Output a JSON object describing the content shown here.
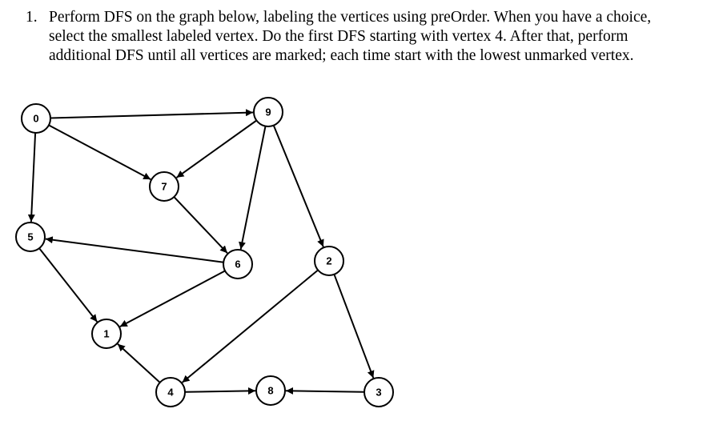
{
  "question": {
    "number": "1.",
    "lines": [
      "Perform DFS on the graph below, labeling the vertices using preOrder.  When you have a choice,",
      "select the smallest labeled vertex.   Do the first DFS starting with vertex 4.  After that, perform",
      "additional DFS until all vertices are marked; each time start with the lowest unmarked vertex."
    ]
  },
  "graph": {
    "vertices": [
      "0",
      "9",
      "7",
      "5",
      "6",
      "2",
      "1",
      "4",
      "8",
      "3"
    ],
    "edges": [
      {
        "from": "0",
        "to": "9"
      },
      {
        "from": "0",
        "to": "7"
      },
      {
        "from": "0",
        "to": "5"
      },
      {
        "from": "9",
        "to": "7"
      },
      {
        "from": "9",
        "to": "6"
      },
      {
        "from": "9",
        "to": "2"
      },
      {
        "from": "7",
        "to": "6"
      },
      {
        "from": "6",
        "to": "5"
      },
      {
        "from": "6",
        "to": "1"
      },
      {
        "from": "5",
        "to": "1"
      },
      {
        "from": "2",
        "to": "4"
      },
      {
        "from": "2",
        "to": "3"
      },
      {
        "from": "4",
        "to": "1"
      },
      {
        "from": "4",
        "to": "8"
      },
      {
        "from": "3",
        "to": "8"
      }
    ]
  }
}
